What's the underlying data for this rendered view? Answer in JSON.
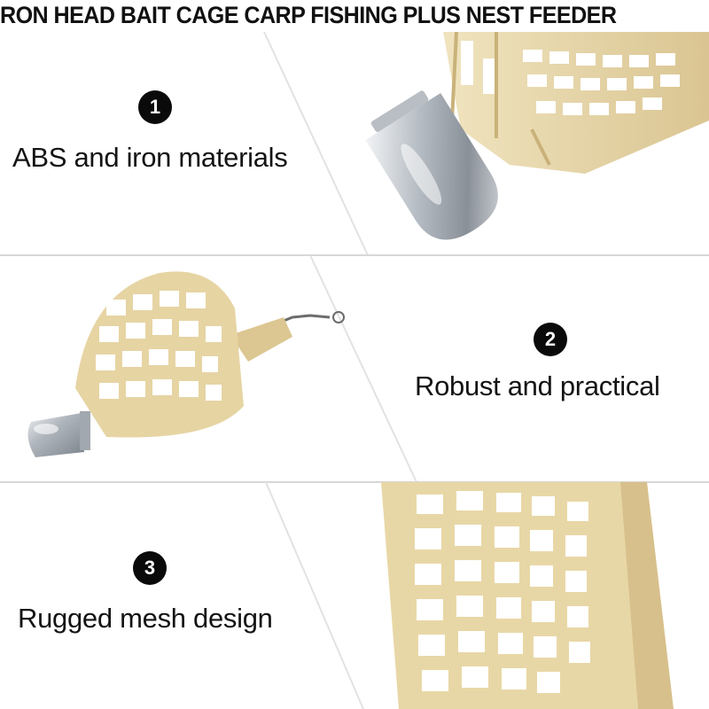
{
  "title": "RON HEAD BAIT CAGE CARP FISHING PLUS NEST FEEDER",
  "features": [
    {
      "number": "1",
      "text": "ABS and iron materials"
    },
    {
      "number": "2",
      "text": "Robust and practical"
    },
    {
      "number": "3",
      "text": "Rugged mesh design"
    }
  ],
  "colors": {
    "cage": "#e6d4a3",
    "cage_dark": "#c9b27a",
    "metal": "#b9bec4",
    "badge": "#0a0a0a"
  },
  "images": [
    {
      "name": "cage-closeup-with-iron-head"
    },
    {
      "name": "full-feeder-with-swivel"
    },
    {
      "name": "mesh-detail-closeup"
    }
  ]
}
